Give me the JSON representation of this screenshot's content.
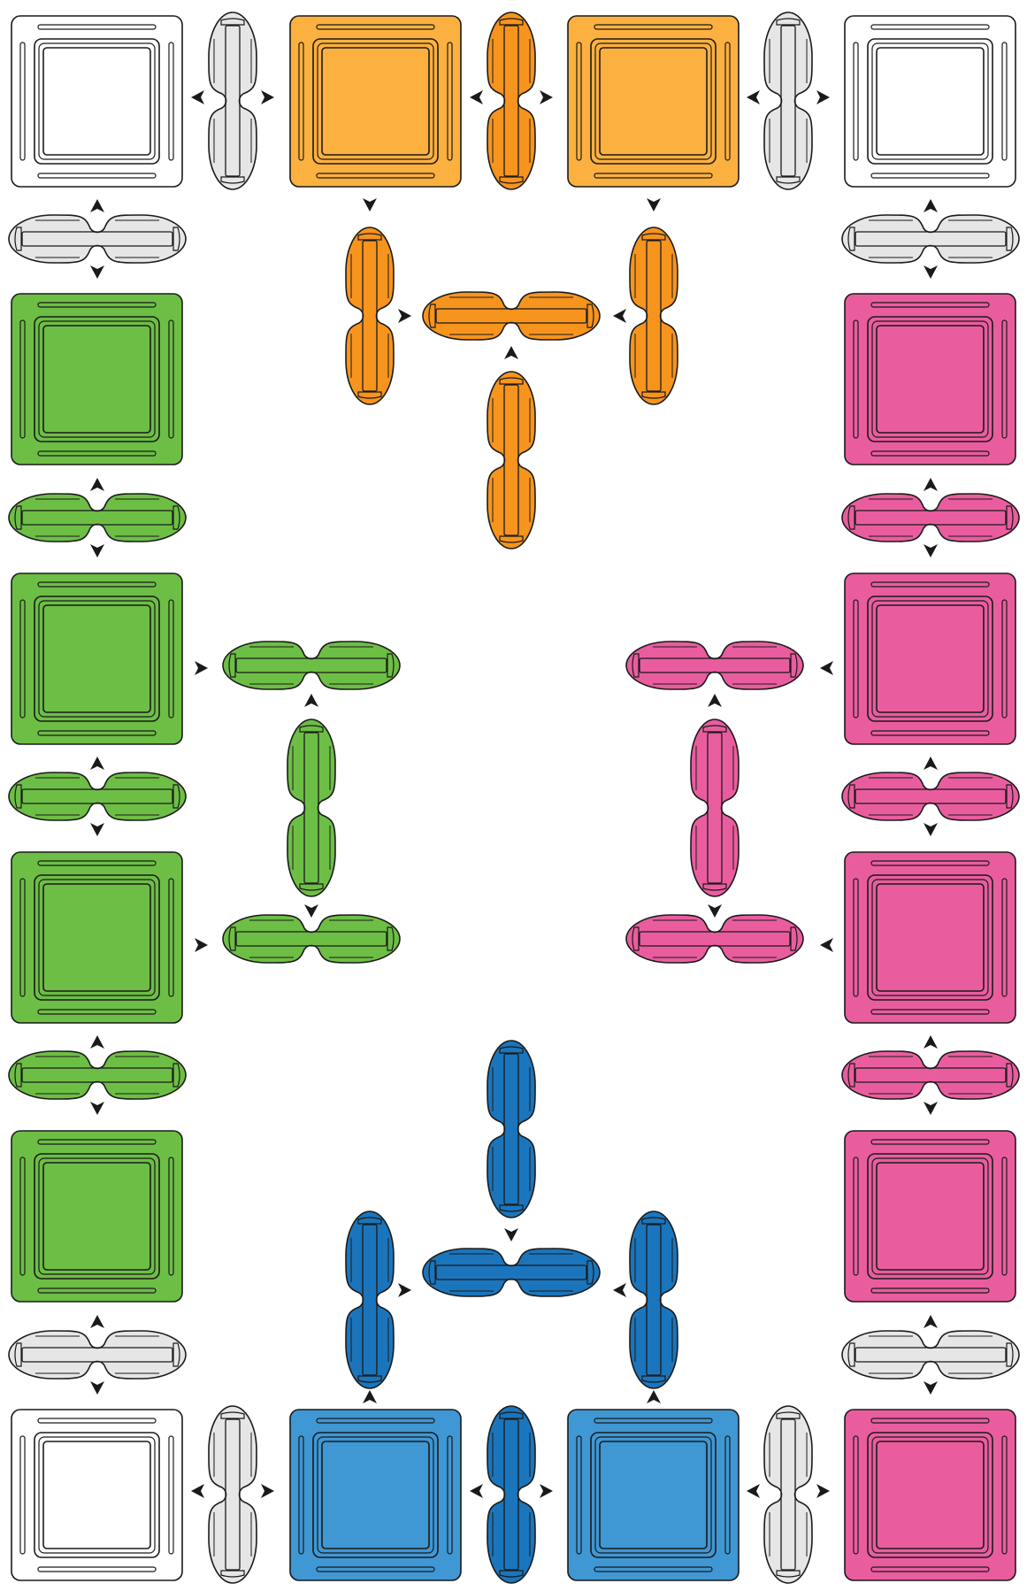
{
  "colors": {
    "white": "#ffffff",
    "gray": "#e6e6e6",
    "orange": "#fbb040",
    "orange_conn": "#f7941d",
    "green": "#6dbe45",
    "pink": "#e95d9f",
    "blue": "#3f97d3",
    "blue_conn": "#1b75bc",
    "outline": "#1a1a1a"
  },
  "tiles": [
    {
      "row": 0,
      "col": 0,
      "color": "white"
    },
    {
      "row": 0,
      "col": 1,
      "color": "orange"
    },
    {
      "row": 0,
      "col": 2,
      "color": "orange"
    },
    {
      "row": 0,
      "col": 3,
      "color": "white"
    },
    {
      "row": 1,
      "col": 0,
      "color": "green"
    },
    {
      "row": 1,
      "col": 3,
      "color": "pink"
    },
    {
      "row": 2,
      "col": 0,
      "color": "green"
    },
    {
      "row": 2,
      "col": 3,
      "color": "pink"
    },
    {
      "row": 3,
      "col": 0,
      "color": "green"
    },
    {
      "row": 3,
      "col": 3,
      "color": "pink"
    },
    {
      "row": 4,
      "col": 0,
      "color": "green"
    },
    {
      "row": 4,
      "col": 3,
      "color": "pink"
    },
    {
      "row": 5,
      "col": 0,
      "color": "white"
    },
    {
      "row": 5,
      "col": 1,
      "color": "blue"
    },
    {
      "row": 5,
      "col": 2,
      "color": "blue"
    },
    {
      "row": 5,
      "col": 3,
      "color": "pink"
    }
  ],
  "connectors": [
    {
      "id": "c-top-1",
      "color": "gray",
      "orient": "v",
      "arrows": "horizontal"
    },
    {
      "id": "c-top-2",
      "color": "orange_conn",
      "orient": "v",
      "arrows": "horizontal"
    },
    {
      "id": "c-top-3",
      "color": "gray",
      "orient": "v",
      "arrows": "horizontal"
    },
    {
      "id": "c-bot-1",
      "color": "gray",
      "orient": "v",
      "arrows": "horizontal"
    },
    {
      "id": "c-bot-2",
      "color": "blue_conn",
      "orient": "v",
      "arrows": "horizontal"
    },
    {
      "id": "c-bot-3",
      "color": "gray",
      "orient": "v",
      "arrows": "horizontal"
    },
    {
      "id": "c-left-1",
      "color": "gray",
      "orient": "h",
      "arrows": "vertical"
    },
    {
      "id": "c-left-2",
      "color": "green",
      "orient": "h",
      "arrows": "vertical"
    },
    {
      "id": "c-left-3",
      "color": "green",
      "orient": "h",
      "arrows": "vertical"
    },
    {
      "id": "c-left-4",
      "color": "green",
      "orient": "h",
      "arrows": "vertical"
    },
    {
      "id": "c-left-5",
      "color": "gray",
      "orient": "h",
      "arrows": "vertical"
    },
    {
      "id": "c-right-1",
      "color": "gray",
      "orient": "h",
      "arrows": "vertical"
    },
    {
      "id": "c-right-2",
      "color": "pink",
      "orient": "h",
      "arrows": "vertical"
    },
    {
      "id": "c-right-3",
      "color": "pink",
      "orient": "h",
      "arrows": "vertical"
    },
    {
      "id": "c-right-4",
      "color": "pink",
      "orient": "h",
      "arrows": "vertical"
    },
    {
      "id": "c-right-5",
      "color": "gray",
      "orient": "h",
      "arrows": "vertical"
    },
    {
      "id": "orange-left",
      "color": "orange_conn",
      "orient": "v"
    },
    {
      "id": "orange-right",
      "color": "orange_conn",
      "orient": "v"
    },
    {
      "id": "orange-center-h",
      "color": "orange_conn",
      "orient": "h"
    },
    {
      "id": "orange-center-v",
      "color": "orange_conn",
      "orient": "v"
    },
    {
      "id": "green-top-h",
      "color": "green",
      "orient": "h"
    },
    {
      "id": "green-mid-v",
      "color": "green",
      "orient": "v"
    },
    {
      "id": "green-bot-h",
      "color": "green",
      "orient": "h"
    },
    {
      "id": "pink-top-h",
      "color": "pink",
      "orient": "h"
    },
    {
      "id": "pink-mid-v",
      "color": "pink",
      "orient": "v"
    },
    {
      "id": "pink-bot-h",
      "color": "pink",
      "orient": "h"
    },
    {
      "id": "blue-left",
      "color": "blue_conn",
      "orient": "v"
    },
    {
      "id": "blue-right",
      "color": "blue_conn",
      "orient": "v"
    },
    {
      "id": "blue-center-h",
      "color": "blue_conn",
      "orient": "h"
    },
    {
      "id": "blue-center-v",
      "color": "blue_conn",
      "orient": "v"
    }
  ]
}
